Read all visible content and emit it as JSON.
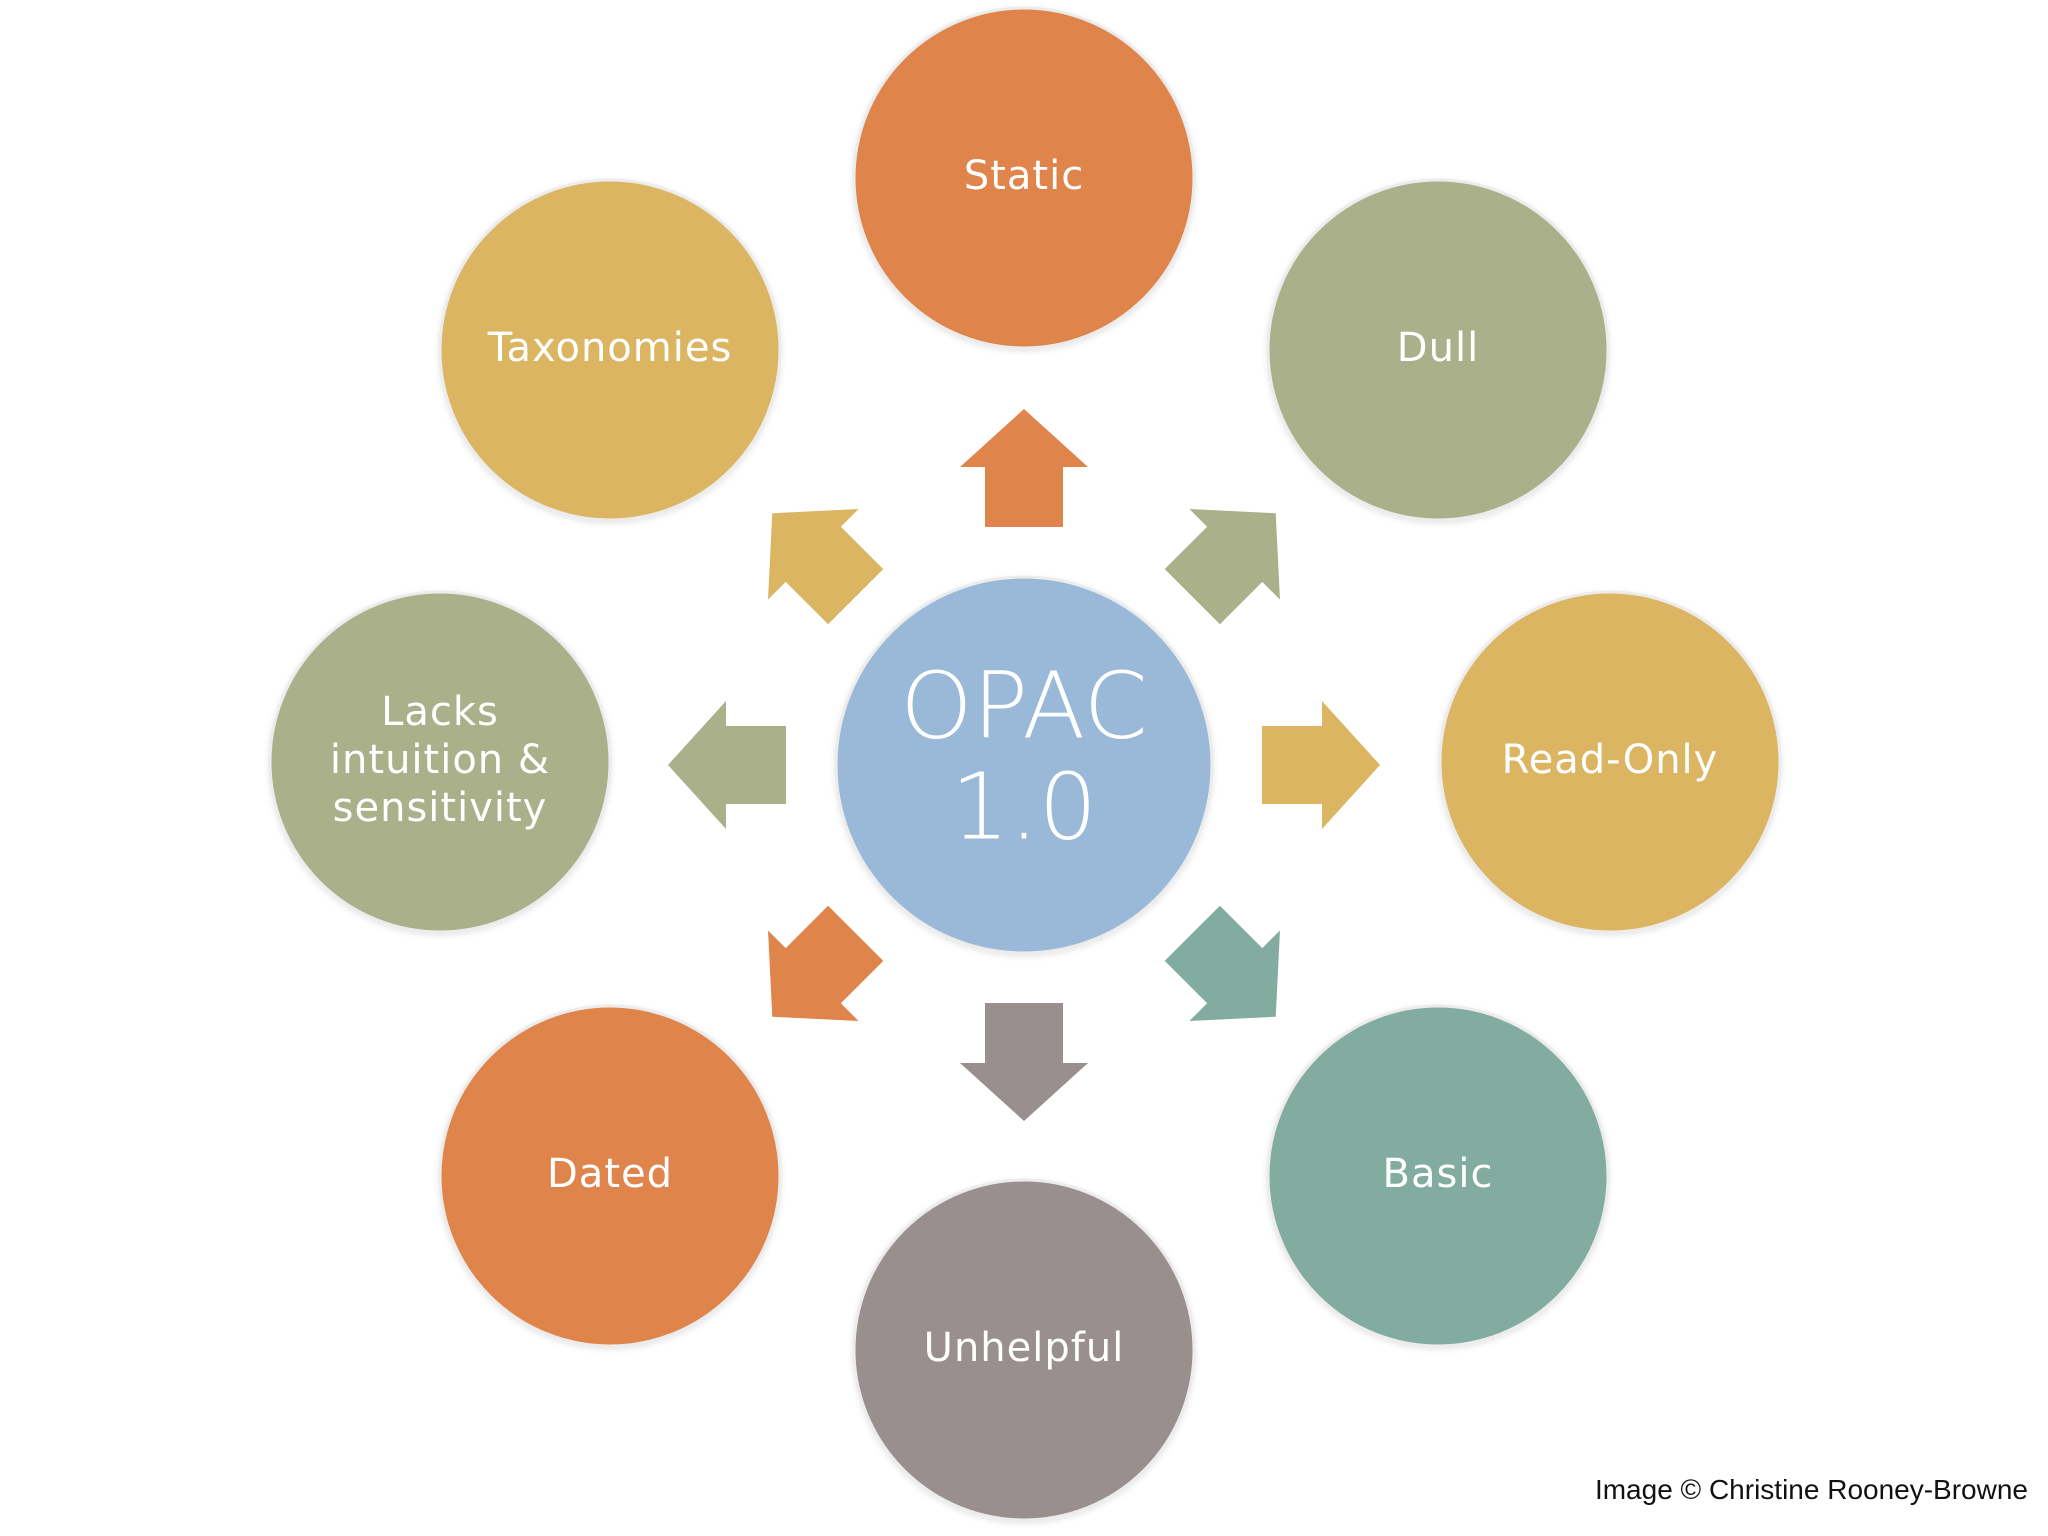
{
  "center": {
    "line1": "OPAC",
    "line2": "1.0",
    "color": "#9ab9d9"
  },
  "nodes": [
    {
      "id": "static",
      "lines": [
        "Static"
      ],
      "color": "#df844b"
    },
    {
      "id": "dull",
      "lines": [
        "Dull"
      ],
      "color": "#a9b08a"
    },
    {
      "id": "read-only",
      "lines": [
        "Read-Only"
      ],
      "color": "#dbb562"
    },
    {
      "id": "basic",
      "lines": [
        "Basic"
      ],
      "color": "#82aca0"
    },
    {
      "id": "unhelpful",
      "lines": [
        "Unhelpful"
      ],
      "color": "#9a8f8f"
    },
    {
      "id": "dated",
      "lines": [
        "Dated"
      ],
      "color": "#df844b"
    },
    {
      "id": "lacks-intuition",
      "lines": [
        "Lacks",
        "intuition &",
        "sensitivity"
      ],
      "color": "#a9b08a"
    },
    {
      "id": "taxonomies",
      "lines": [
        "Taxonomies"
      ],
      "color": "#dbb562"
    }
  ],
  "credit": "Image © Christine Rooney-Browne"
}
